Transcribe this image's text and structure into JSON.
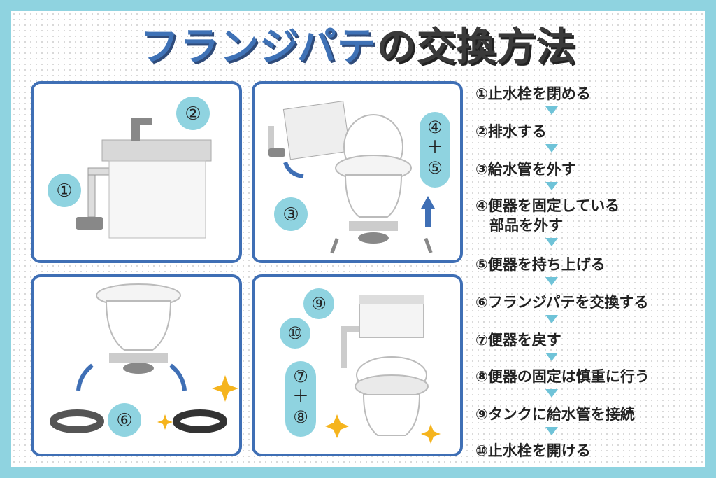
{
  "title": {
    "part1": "フランジパテ",
    "part2": "の交換方法"
  },
  "panel1": {
    "bubble_1": "①",
    "bubble_2": "②"
  },
  "panel2": {
    "bubble_3": "③",
    "bubble_4": "④",
    "plus": "＋",
    "bubble_5": "⑤"
  },
  "panel3": {
    "bubble_6": "⑥"
  },
  "panel4": {
    "bubble_9": "⑨",
    "bubble_10": "⑩",
    "bubble_7": "⑦",
    "plus": "＋",
    "bubble_8": "⑧"
  },
  "steps": [
    "①止水栓を閉める",
    "②排水する",
    "③給水管を外す",
    "④便器を固定している",
    "部品を外す",
    "⑤便器を持ち上げる",
    "⑥フランジパテを交換する",
    "⑦便器を戻す",
    "⑧便器の固定は慎重に行う",
    "⑨タンクに給水管を接続",
    "⑩止水栓を開ける"
  ],
  "colors": {
    "accent": "#3f6fb5",
    "bubble": "#8fd3e0",
    "frame": "#8fd3e0",
    "sparkle": "#f5b41e"
  }
}
